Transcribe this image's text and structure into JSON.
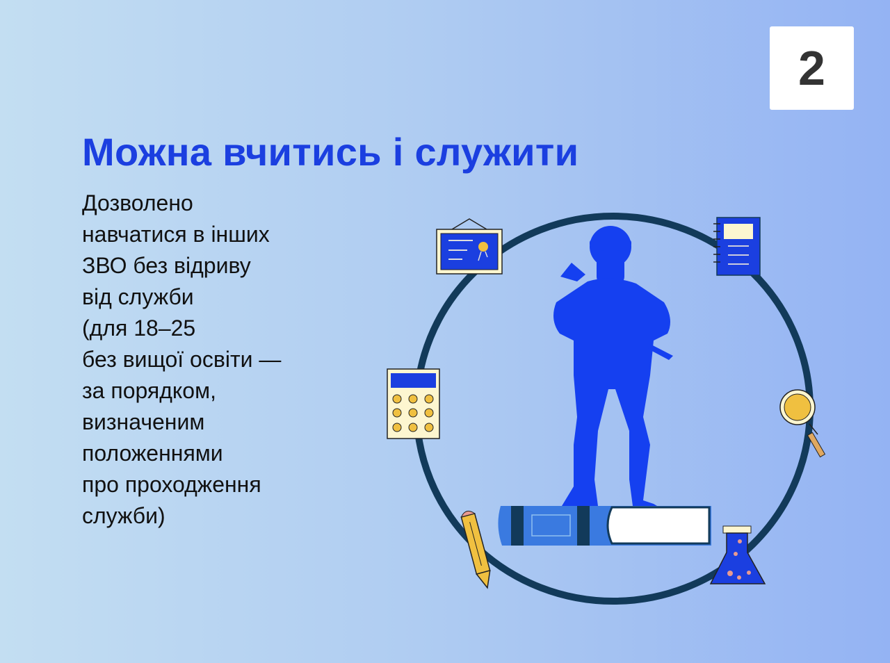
{
  "slide_number": "2",
  "title": "Можна вчитись і служити",
  "body_lines": [
    "Дозволено",
    "навчатися в інших",
    "ЗВО без відриву",
    "від служби",
    "(для 18–25",
    "без вищої освіти —",
    "за порядком,",
    "визначеним",
    "положеннями",
    "про проходження",
    "служби)"
  ],
  "colors": {
    "accent": "#1b3fe0",
    "ring": "#123a5a",
    "figure": "#1540f0",
    "yellow": "#f0c040",
    "cream": "#fdf6d0"
  },
  "illustration": {
    "icons": [
      "certificate-icon",
      "notebook-icon",
      "calculator-icon",
      "magnifier-icon",
      "pencil-icon",
      "flask-icon",
      "book-icon",
      "soldier-silhouette"
    ]
  }
}
